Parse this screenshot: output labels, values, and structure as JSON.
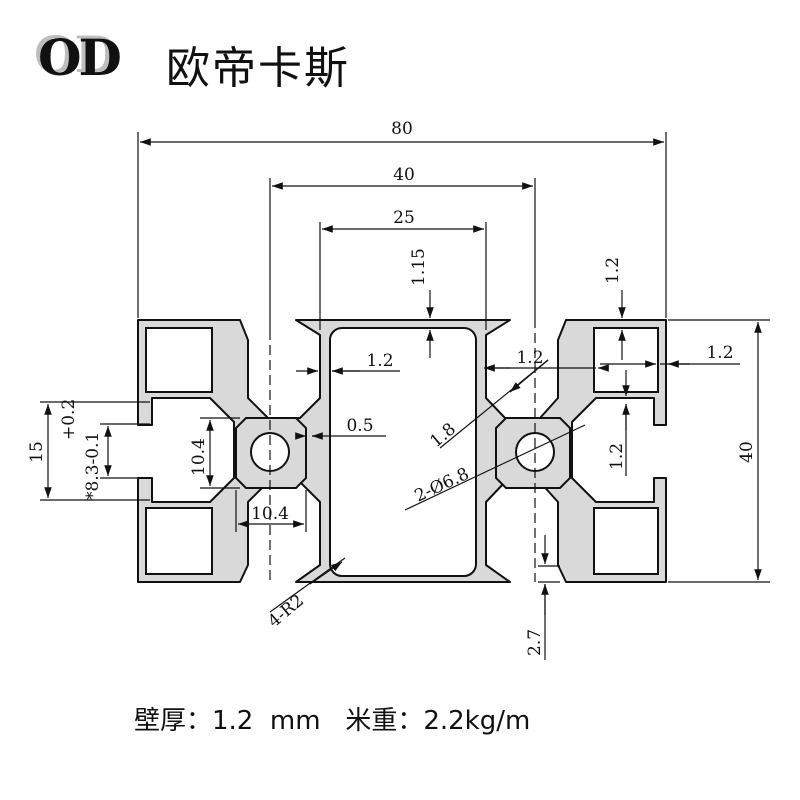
{
  "brand": {
    "logo_text": "OD",
    "name": "欧帝卡斯"
  },
  "drawing": {
    "dims": {
      "overall_width": "80",
      "center_span": "40",
      "slot_width": "25",
      "slot_depth": "1.15",
      "wall_top_right": "1.2",
      "wall_side_right": "1.2",
      "wall_center_left": "1.2",
      "wall_center_right": "1.2",
      "wall_right_vertical": "1.2",
      "height": "40",
      "core_height": "10.4",
      "core_width": "10.4",
      "gap": "0.5",
      "web": "1.8",
      "bore": "2-Ø6.8",
      "radius": "4-R2",
      "lip": "2.7",
      "slot_left": "15",
      "slot_tol": "+0.2",
      "slot_opening": "*8.3-0.1"
    }
  },
  "specs": {
    "text": "壁厚：1.2  mm   米重：2.2kg/m"
  },
  "colors": {
    "profile_fill": "#d9d9d9",
    "line": "#111111"
  }
}
